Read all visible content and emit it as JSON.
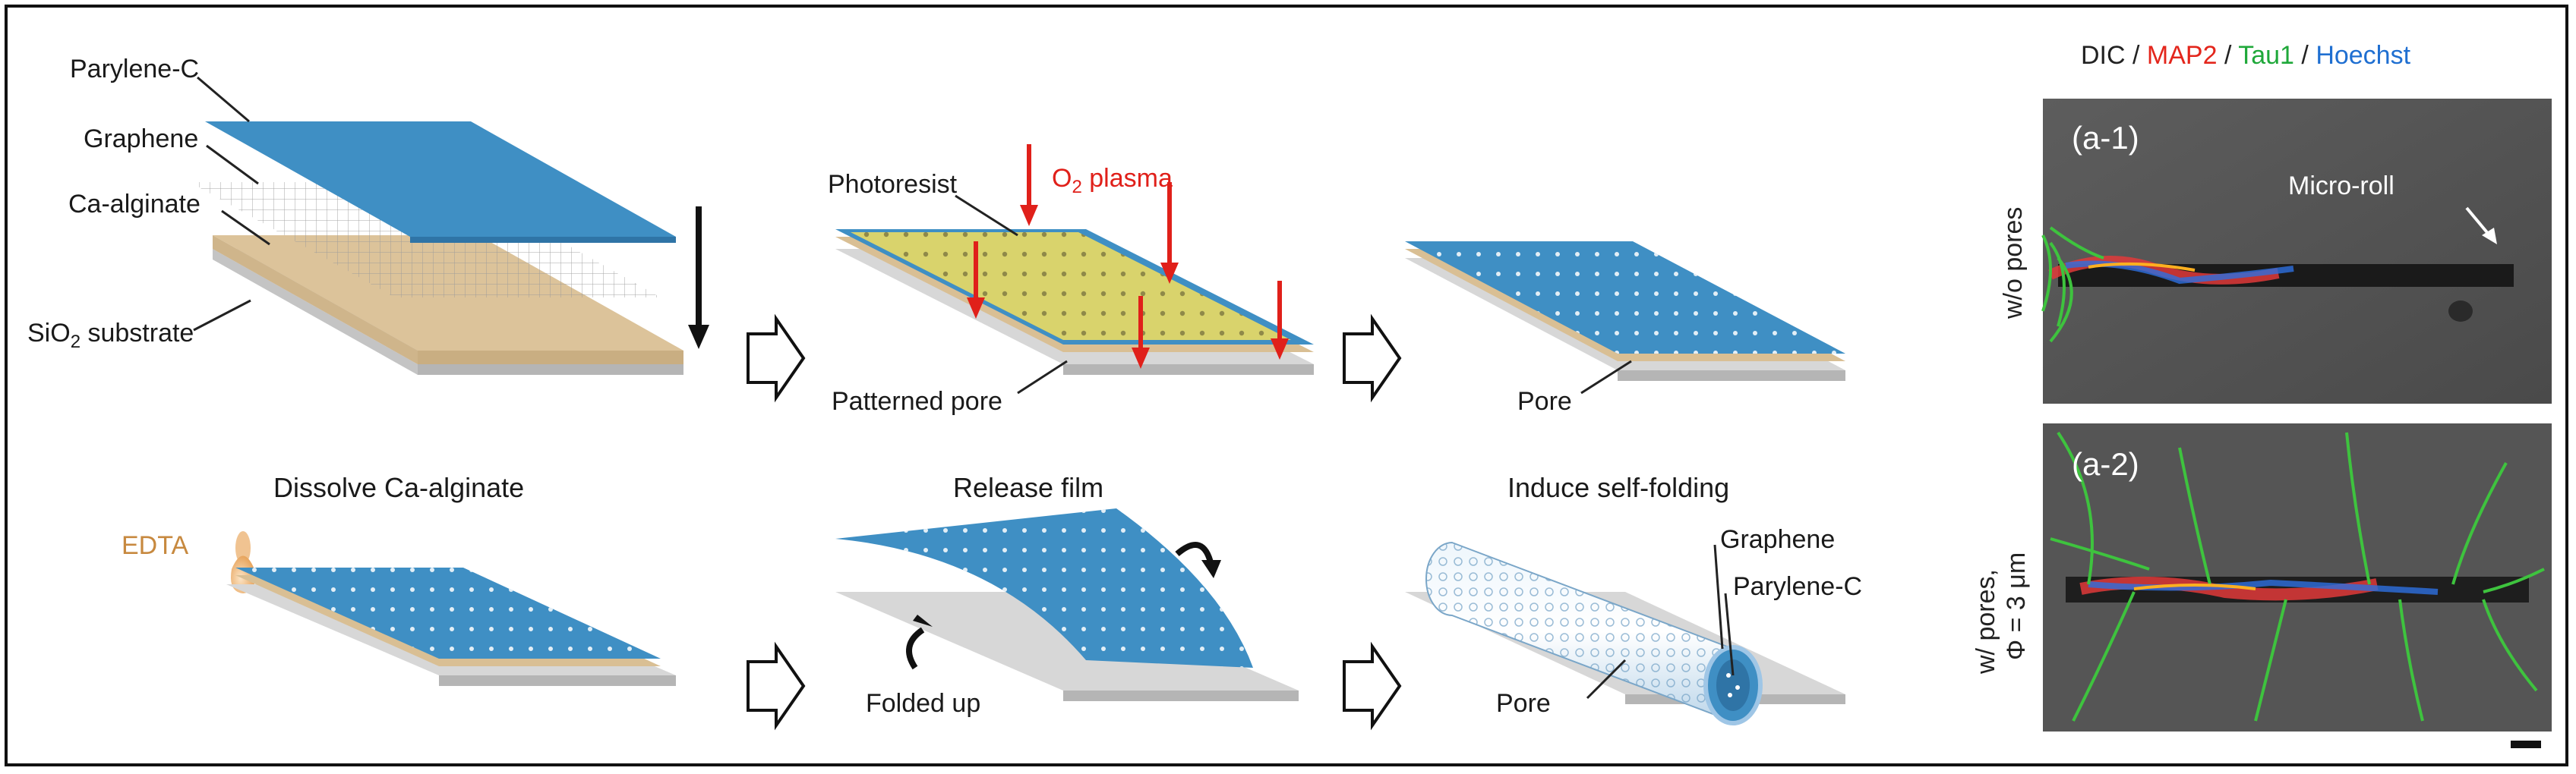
{
  "step1": {
    "layers": [
      "Parylene-C",
      "Graphene",
      "Ca-alginate"
    ],
    "substrate_pre": "SiO",
    "substrate_sub": "2",
    "substrate_post": " substrate"
  },
  "step2": {
    "photoresist": "Photoresist",
    "plasma_pre": "O",
    "plasma_sub": "2",
    "plasma_post": " plasma",
    "patterned": "Patterned pore"
  },
  "step3": {
    "pore": "Pore"
  },
  "step4": {
    "title": "Dissolve Ca-alginate",
    "edta": "EDTA"
  },
  "step5": {
    "title": "Release film",
    "folded": "Folded up"
  },
  "step6": {
    "title": "Induce self-folding",
    "graphene": "Graphene",
    "parylene": "Parylene-C",
    "pore": "Pore"
  },
  "micro": {
    "legend": [
      {
        "text": "DIC",
        "color": "#222222"
      },
      {
        "text": " / ",
        "color": "#222222"
      },
      {
        "text": "MAP2",
        "color": "#e3261c"
      },
      {
        "text": " / ",
        "color": "#222222"
      },
      {
        "text": "Tau1",
        "color": "#1fa83a"
      },
      {
        "text": " / ",
        "color": "#222222"
      },
      {
        "text": "Hoechst",
        "color": "#1f6fd1"
      }
    ],
    "panel1": {
      "tag": "(a-1)",
      "annotation": "Micro-roll",
      "side": "w/o pores"
    },
    "panel2": {
      "tag": "(a-2)",
      "side_line1": "w/ pores,",
      "side_line2": "Φ = 3 μm"
    }
  },
  "colors": {
    "parylene": "#3f8fc4",
    "photoresist": "#d9d36c",
    "ca_alginate": "#d9bf94",
    "substrate": "#cfcfcf",
    "arrow_red": "#e0201a"
  }
}
